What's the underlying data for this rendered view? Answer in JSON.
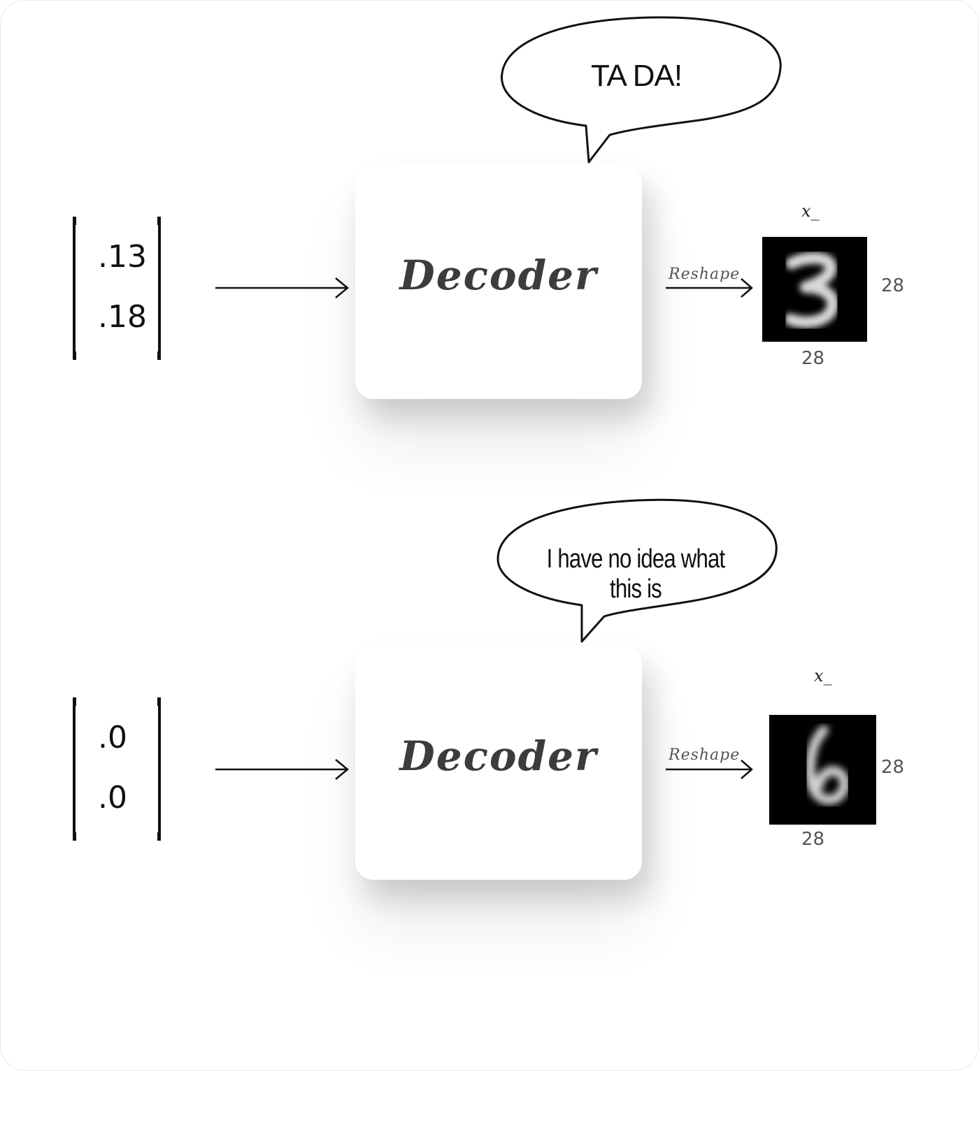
{
  "top_example": {
    "speech": "TA DA!",
    "vector": [
      ".13",
      ".18"
    ],
    "decoder_label": "Decoder",
    "reshape_label": "Reshape",
    "output_label": "x_",
    "height_label": "28",
    "width_label": "28",
    "digit_shown": "3"
  },
  "bottom_example": {
    "speech": "I have no idea what this is",
    "vector": [
      ".0",
      ".0"
    ],
    "decoder_label": "Decoder",
    "reshape_label": "Reshape",
    "output_label": "x_",
    "height_label": "28",
    "width_label": "28",
    "digit_shown": "6"
  }
}
